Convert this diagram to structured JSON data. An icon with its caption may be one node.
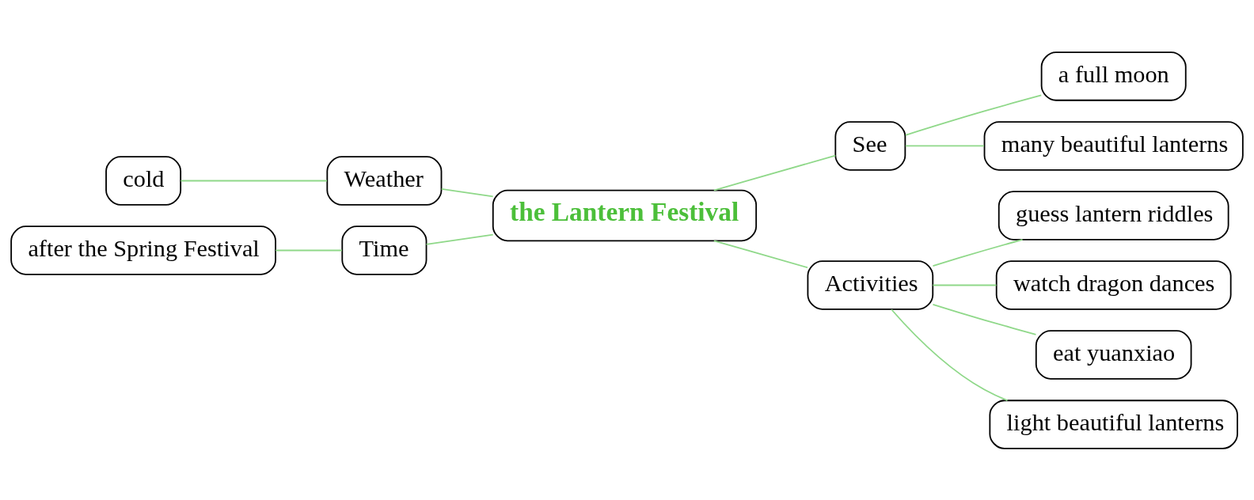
{
  "diagram": {
    "nodes": [
      {
        "text": [
          "a full moon"
        ]
      },
      {
        "text": [
          "cold"
        ]
      },
      {
        "text": [
          "Weather"
        ]
      },
      {
        "text": [
          "See"
        ]
      },
      {
        "text": [
          "many beautiful lanterns"
        ]
      },
      {
        "text": [
          "the Lantern Festival"
        ]
      },
      {
        "text": [
          "guess lantern riddles"
        ]
      },
      {
        "text": [
          "watch dragon dances"
        ]
      },
      {
        "text": [
          "after the Spring Festival"
        ]
      },
      {
        "text": [
          "Time"
        ]
      },
      {
        "text": [
          "Activities"
        ]
      },
      {
        "text": [
          "eat yuanxiao"
        ]
      },
      {
        "text": [
          "light beautiful lanterns"
        ]
      }
    ],
    "edges": [
      {
        "from": 1,
        "to": 2,
        "arrow": "none"
      },
      {
        "from": 2,
        "to": 5,
        "arrow": "none"
      },
      {
        "from": 8,
        "to": 9,
        "arrow": "none"
      },
      {
        "from": 9,
        "to": 5,
        "arrow": "none"
      },
      {
        "from": 5,
        "to": 3,
        "arrow": "none"
      },
      {
        "from": 5,
        "to": 10,
        "arrow": "none"
      },
      {
        "from": 3,
        "to": 0,
        "arrow": "none"
      },
      {
        "from": 3,
        "to": 4,
        "arrow": "none"
      },
      {
        "from": 10,
        "to": 6,
        "arrow": "none"
      },
      {
        "from": 10,
        "to": 7,
        "arrow": "none"
      },
      {
        "from": 10,
        "to": 11,
        "arrow": "none"
      },
      {
        "from": 10,
        "to": 12,
        "arrow": "none"
      }
    ]
  }
}
